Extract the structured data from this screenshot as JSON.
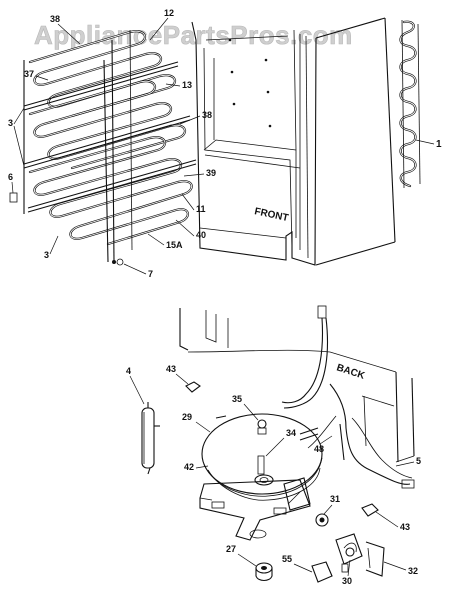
{
  "watermark": "AppliancePartsPros.com",
  "labels": {
    "front": "FRONT",
    "back": "BACK"
  },
  "callouts": [
    {
      "id": "c38a",
      "text": "38"
    },
    {
      "id": "c12",
      "text": "12"
    },
    {
      "id": "c37",
      "text": "37"
    },
    {
      "id": "c13",
      "text": "13"
    },
    {
      "id": "c3a",
      "text": "3"
    },
    {
      "id": "c38b",
      "text": "38"
    },
    {
      "id": "c1",
      "text": "1"
    },
    {
      "id": "c39",
      "text": "39"
    },
    {
      "id": "c6",
      "text": "6"
    },
    {
      "id": "c11",
      "text": "11"
    },
    {
      "id": "c40",
      "text": "40"
    },
    {
      "id": "c15a",
      "text": "15A"
    },
    {
      "id": "c3b",
      "text": "3"
    },
    {
      "id": "c7",
      "text": "7"
    },
    {
      "id": "c4",
      "text": "4"
    },
    {
      "id": "c43a",
      "text": "43"
    },
    {
      "id": "c35",
      "text": "35"
    },
    {
      "id": "c29",
      "text": "29"
    },
    {
      "id": "c34",
      "text": "34"
    },
    {
      "id": "c42",
      "text": "42"
    },
    {
      "id": "c48",
      "text": "48"
    },
    {
      "id": "c5",
      "text": "5"
    },
    {
      "id": "c31",
      "text": "31"
    },
    {
      "id": "c43b",
      "text": "43"
    },
    {
      "id": "c27",
      "text": "27"
    },
    {
      "id": "c55",
      "text": "55"
    },
    {
      "id": "c30",
      "text": "30"
    },
    {
      "id": "c32",
      "text": "32"
    }
  ]
}
